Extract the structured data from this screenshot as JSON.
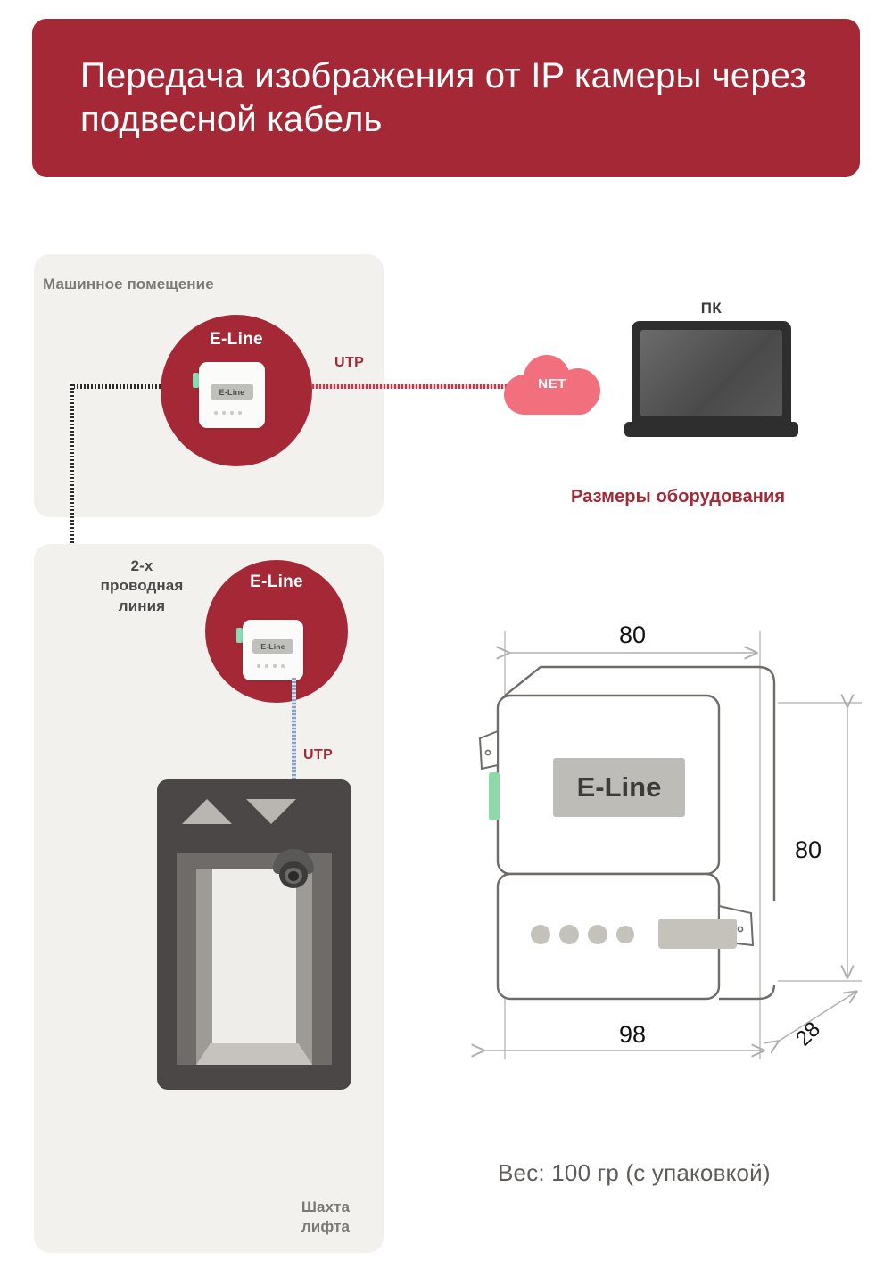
{
  "title": {
    "text": "Передача изображения от IP камеры через подвесной кабель"
  },
  "colors": {
    "brand_red": "#A52836",
    "panel_bg": "#F3F1ED",
    "cloud_pink": "#F2707E",
    "accent_green": "#8ADCB4",
    "device_dark": "#4a4746"
  },
  "diagram": {
    "machine_room": {
      "label": "Машинное помещение",
      "device_title": "E-Line",
      "device_badge": "E-Line",
      "utp_label": "UTP"
    },
    "elevator_shaft": {
      "label": "Шахта лифта",
      "two_wire_label": "2-х проводная линия",
      "device_title": "E-Line",
      "device_badge": "E-Line",
      "utp_label": "UTP"
    },
    "network": {
      "cloud_label": "NET",
      "pc_label": "ПК"
    }
  },
  "dimensions_section": {
    "heading": "Размеры оборудования",
    "device_badge": "E-Line",
    "measurements": {
      "top_width": "80",
      "right_height": "80",
      "bottom_width": "98",
      "depth": "28"
    },
    "weight": "Вес: 100 гр (с упаковкой)"
  }
}
